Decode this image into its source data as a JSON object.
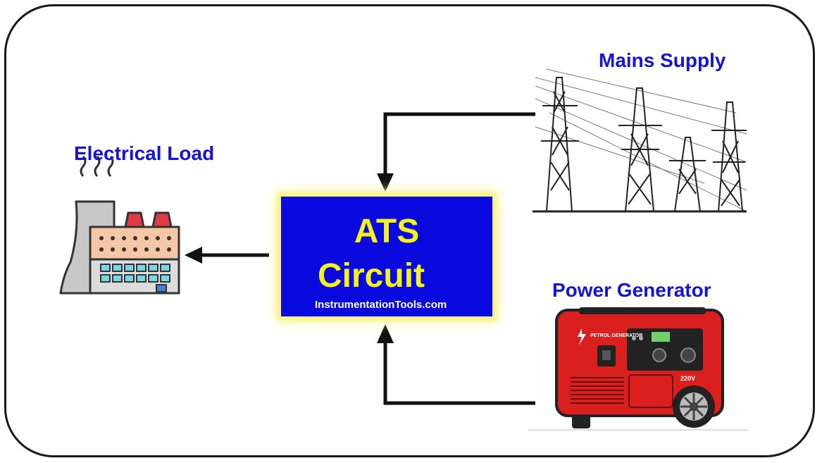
{
  "labels": {
    "electrical_load": "Electrical Load",
    "mains_supply": "Mains Supply",
    "power_generator": "Power Generator"
  },
  "ats": {
    "line1": "ATS",
    "line2": "Circuit",
    "watermark": "InstrumentationTools.com"
  },
  "generator": {
    "brand": "PETROL GENERATOR",
    "voltage": "220V"
  },
  "colors": {
    "label_blue": "#1414d8",
    "ats_box": "#0a0adf",
    "ats_text": "#f4f21c",
    "glow": "#f7f27a",
    "generator_red": "#d9201f"
  }
}
